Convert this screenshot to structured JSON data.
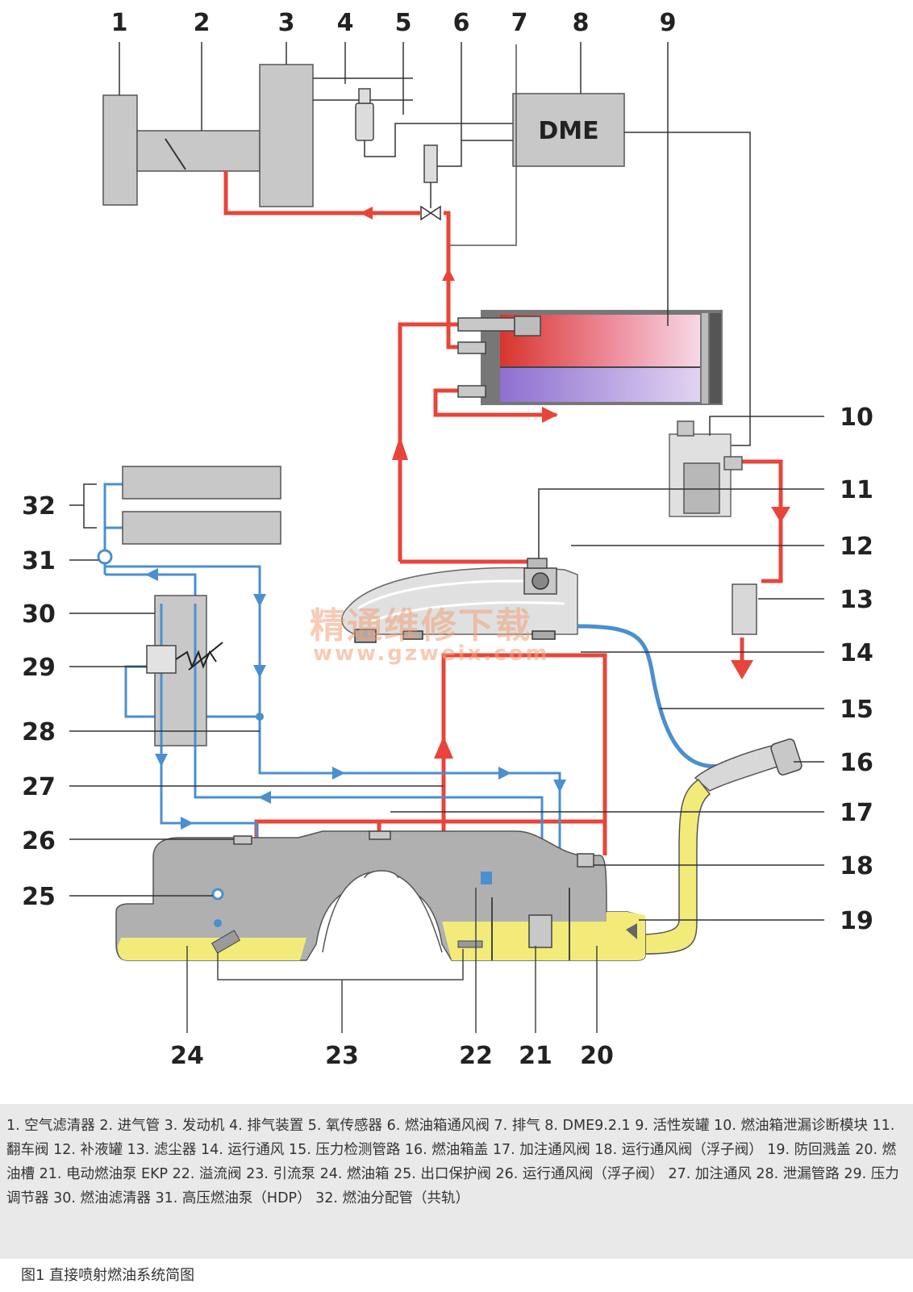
{
  "labels": {
    "n1": "1",
    "n2": "2",
    "n3": "3",
    "n4": "4",
    "n5": "5",
    "n6": "6",
    "n7": "7",
    "n8": "8",
    "n9": "9",
    "n10": "10",
    "n11": "11",
    "n12": "12",
    "n13": "13",
    "n14": "14",
    "n15": "15",
    "n16": "16",
    "n17": "17",
    "n18": "18",
    "n19": "19",
    "n20": "20",
    "n21": "21",
    "n22": "22",
    "n23": "23",
    "n24": "24",
    "n25": "25",
    "n26": "26",
    "n27": "27",
    "n28": "28",
    "n29": "29",
    "n30": "30",
    "n31": "31",
    "n32": "32"
  },
  "dme_label": "DME",
  "watermark": "精通维修下载",
  "watermark_url": "www.gzweix.com",
  "legend_text": "1. 空气滤清器 2. 进气管 3. 发动机 4. 排气装置 5. 氧传感器 6. 燃油箱通风阀 7. 排气 8. DME9.2.1 9. 活性炭罐 10. 燃油箱泄漏诊断模块 11. 翻车阀 12. 补液罐 13. 滤尘器 14. 运行通风 15. 压力检测管路 16. 燃油箱盖 17. 加注通风阀 18. 运行通风阀（浮子阀） 19. 防回溅盖 20. 燃油槽 21. 电动燃油泵 EKP 22. 溢流阀 23. 引流泵 24. 燃油箱 25. 出口保护阀 26. 运行通风阀（浮子阀） 27. 加注通风 28. 泄漏管路 29. 压力调节器 30. 燃油滤清器 31. 高压燃油泵（HDP） 32. 燃油分配管（共轨）",
  "caption": "图1 直接喷射燃油系统简图",
  "colors": {
    "red": "#e8453a",
    "blue": "#4a8fd0",
    "gray": "#c8c8c8",
    "fuel": "#f2eb7a"
  }
}
